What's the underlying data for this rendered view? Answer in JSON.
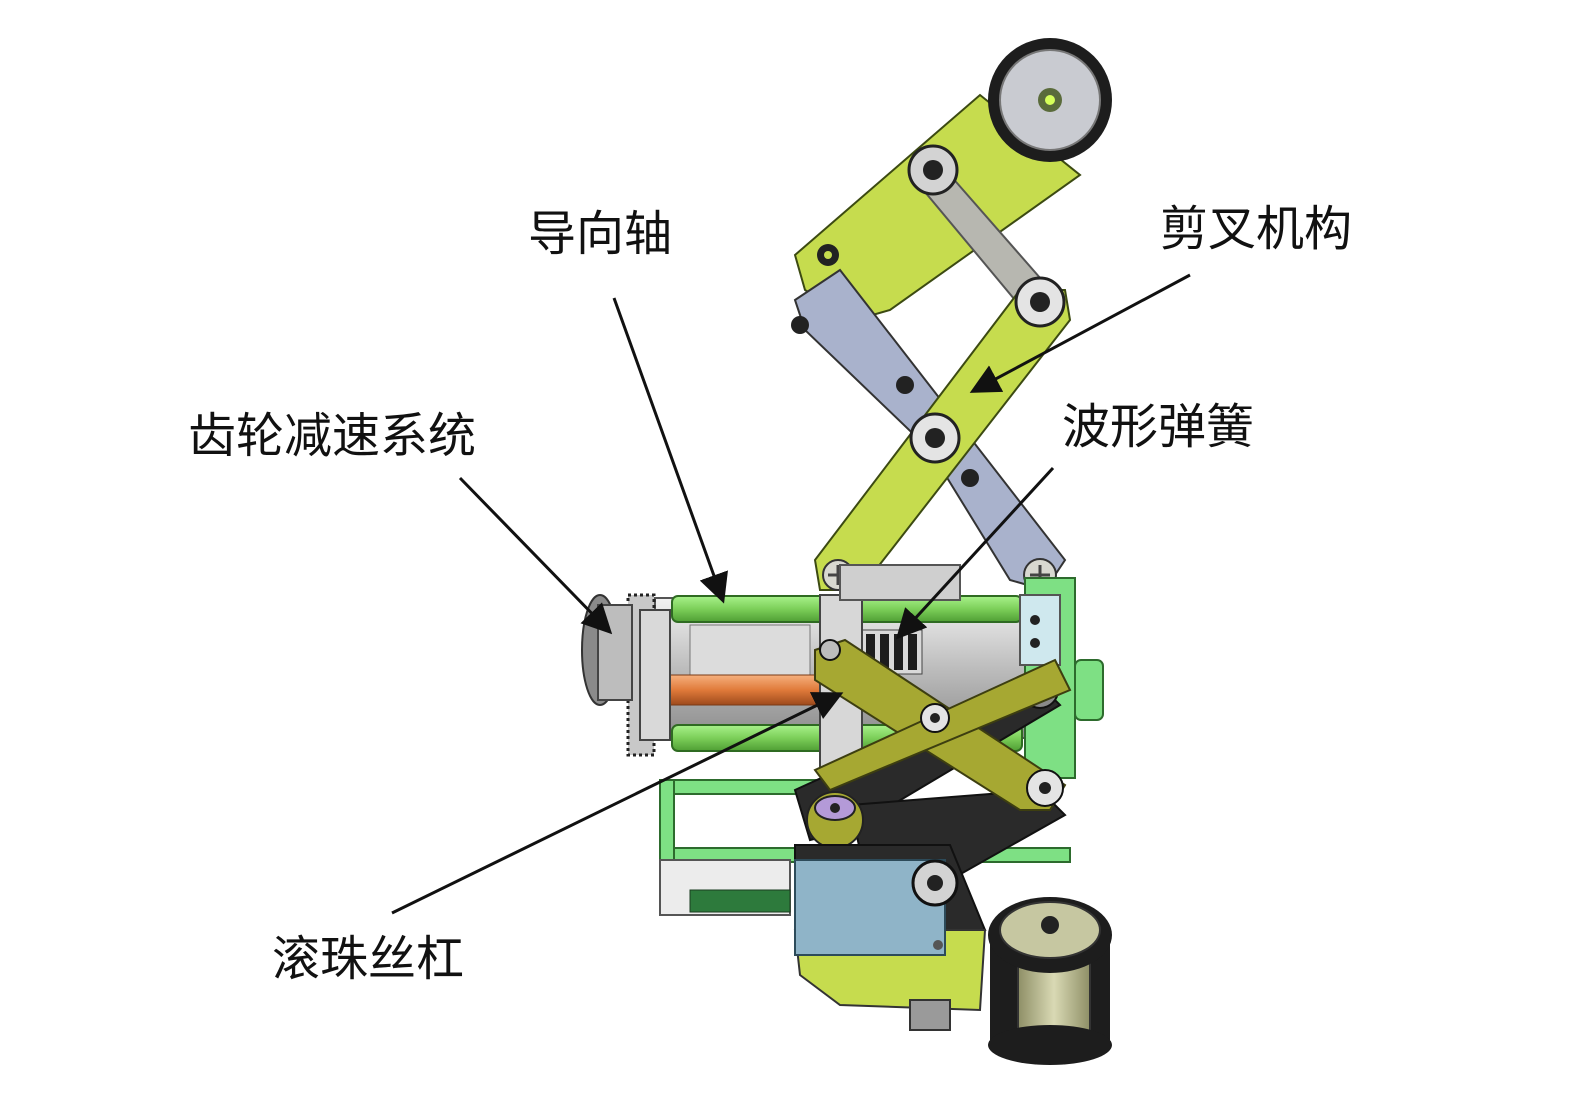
{
  "labels": {
    "guide_shaft": "导向轴",
    "scissor_mechanism": "剪叉机构",
    "gear_reduction": "齿轮减速系统",
    "wave_spring": "波形弹簧",
    "ball_screw": "滚珠丝杠"
  },
  "colors": {
    "yellow_green": "#c6dc4e",
    "olive": "#a6a832",
    "steel_blue_grey": "#a9b2cc",
    "light_grey": "#d3d3d3",
    "green_frame": "#7ee084",
    "steel_blue_block": "#8fb4c8",
    "black_wheel": "#1d1d1d",
    "wheel_core": "#c6c7a1",
    "copper": "#e07a3a"
  }
}
